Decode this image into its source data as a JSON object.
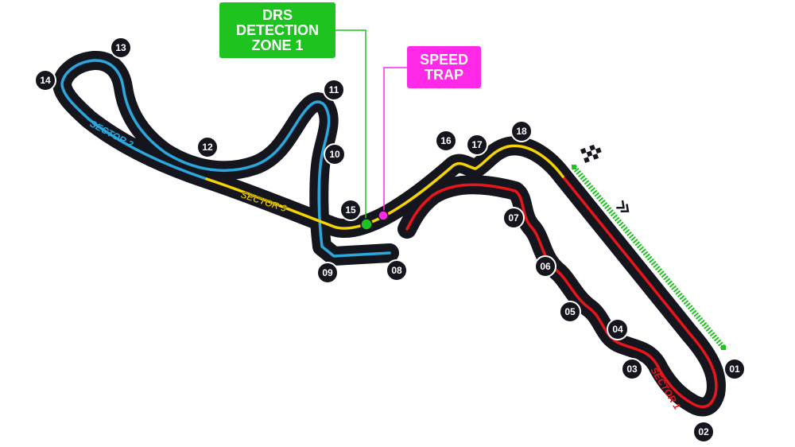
{
  "colors": {
    "track": "#15151e",
    "sector1": "#e8161a",
    "sector2": "#2aa7dc",
    "sector3": "#f5d400",
    "drs": "#1fc31f",
    "speed_trap": "#ff29e7",
    "turn_label_bg": "#15151e"
  },
  "callouts": {
    "drs": "DRS\nDETECTION\nZONE 1",
    "speed_trap": "SPEED\nTRAP"
  },
  "sectors": {
    "s1": "SECTOR 1",
    "s2": "SECTOR 2",
    "s3": "SECTOR 3"
  },
  "turns": [
    "01",
    "02",
    "03",
    "04",
    "05",
    "06",
    "07",
    "08",
    "09",
    "10",
    "11",
    "12",
    "13",
    "14",
    "15",
    "16",
    "17",
    "18"
  ],
  "icons": {
    "start_finish": "checkered-flag-icon",
    "direction": "double-chevron-right-icon"
  }
}
